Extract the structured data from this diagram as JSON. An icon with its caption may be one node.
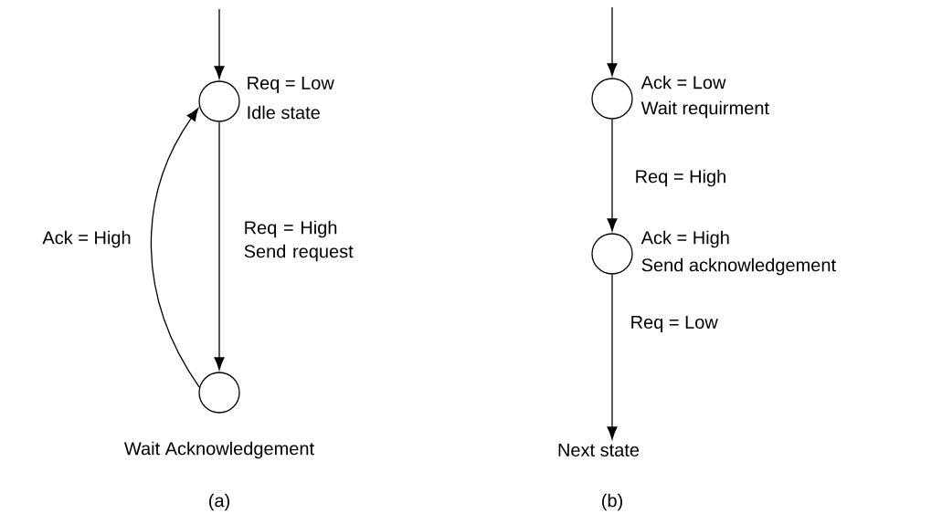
{
  "diagram": {
    "nodes": [
      {
        "text": [],
        "shape": "circle",
        "beside": [
          "Req = Low",
          "Idle state"
        ]
      },
      {
        "text": [],
        "shape": "circle",
        "beside": [
          "Wait Acknowledgement"
        ]
      },
      {
        "text": [],
        "shape": "circle",
        "beside": [
          "Ack = Low",
          "Wait requirment"
        ]
      },
      {
        "text": [],
        "shape": "circle",
        "beside": [
          "Ack = High",
          "Send acknowledgement"
        ]
      },
      {
        "text": [
          "Next state"
        ]
      }
    ],
    "edges": [
      {
        "from": null,
        "to": 0,
        "arrow": "to"
      },
      {
        "from": 0,
        "to": 1,
        "arrow": "to",
        "label": "Req = High Send request"
      },
      {
        "from": 1,
        "to": 0,
        "arrow": "to",
        "label": "Ack = High"
      },
      {
        "from": null,
        "to": 2,
        "arrow": "to"
      },
      {
        "from": 2,
        "to": 3,
        "arrow": "to",
        "label": "Req = High"
      },
      {
        "from": 3,
        "to": 4,
        "arrow": "to",
        "label": "Req = Low"
      }
    ],
    "labels": [
      "(a)",
      "(b)"
    ]
  }
}
